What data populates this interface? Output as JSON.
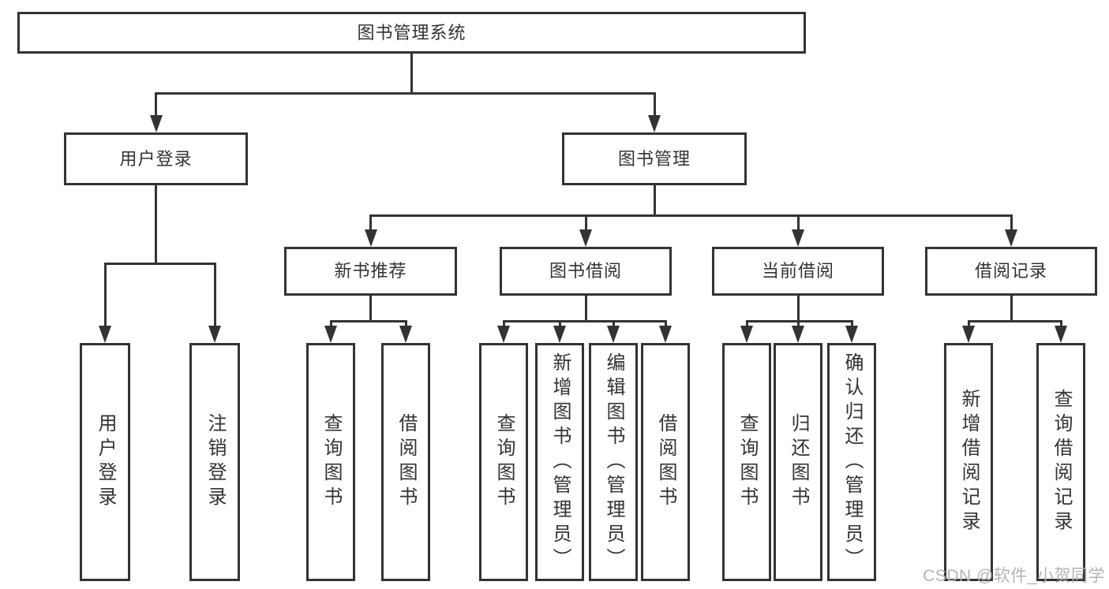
{
  "diagram": {
    "title": "图书管理系统",
    "watermark": "CSDN @软件_小贺同学",
    "colors": {
      "line": "#333333",
      "text": "#333333",
      "background": "#ffffff",
      "watermark": "#b4b4b4"
    },
    "nodes": [
      {
        "id": "root",
        "label": "图书管理系统",
        "level": 1,
        "text_direction": "horizontal"
      },
      {
        "id": "user-login",
        "label": "用户登录",
        "level": 2,
        "text_direction": "horizontal"
      },
      {
        "id": "book-mgmt",
        "label": "图书管理",
        "level": 2,
        "text_direction": "horizontal"
      },
      {
        "id": "new-book-rec",
        "label": "新书推荐",
        "level": 3,
        "text_direction": "horizontal"
      },
      {
        "id": "book-borrow",
        "label": "图书借阅",
        "level": 3,
        "text_direction": "horizontal"
      },
      {
        "id": "current-borrow",
        "label": "当前借阅",
        "level": 3,
        "text_direction": "horizontal"
      },
      {
        "id": "borrow-record",
        "label": "借阅记录",
        "level": 3,
        "text_direction": "horizontal"
      },
      {
        "id": "leaf-user-login",
        "label": "用户登录",
        "level": 4,
        "text_direction": "vertical"
      },
      {
        "id": "leaf-logout",
        "label": "注销登录",
        "level": 4,
        "text_direction": "vertical"
      },
      {
        "id": "leaf-query-book-new",
        "label": "查询图书",
        "level": 4,
        "text_direction": "vertical"
      },
      {
        "id": "leaf-borrow-book-new",
        "label": "借阅图书",
        "level": 4,
        "text_direction": "vertical"
      },
      {
        "id": "leaf-query-book-borrow",
        "label": "查询图书",
        "level": 4,
        "text_direction": "vertical"
      },
      {
        "id": "leaf-add-book",
        "label": "新增图书（管理员）",
        "level": 4,
        "text_direction": "vertical"
      },
      {
        "id": "leaf-edit-book",
        "label": "编辑图书（管理员）",
        "level": 4,
        "text_direction": "vertical"
      },
      {
        "id": "leaf-borrow-book",
        "label": "借阅图书",
        "level": 4,
        "text_direction": "vertical"
      },
      {
        "id": "leaf-query-book-current",
        "label": "查询图书",
        "level": 4,
        "text_direction": "vertical"
      },
      {
        "id": "leaf-return-book",
        "label": "归还图书",
        "level": 4,
        "text_direction": "vertical"
      },
      {
        "id": "leaf-confirm-return",
        "label": "确认归还（管理员）",
        "level": 4,
        "text_direction": "vertical"
      },
      {
        "id": "leaf-add-borrow-record",
        "label": "新增借阅记录",
        "level": 4,
        "text_direction": "vertical"
      },
      {
        "id": "leaf-query-borrow-record",
        "label": "查询借阅记录",
        "level": 4,
        "text_direction": "vertical"
      }
    ],
    "edges": [
      {
        "from": "root",
        "to": [
          "user-login",
          "book-mgmt"
        ]
      },
      {
        "from": "user-login",
        "to": [
          "leaf-user-login",
          "leaf-logout"
        ]
      },
      {
        "from": "book-mgmt",
        "to": [
          "new-book-rec",
          "book-borrow",
          "current-borrow",
          "borrow-record"
        ]
      },
      {
        "from": "new-book-rec",
        "to": [
          "leaf-query-book-new",
          "leaf-borrow-book-new"
        ]
      },
      {
        "from": "book-borrow",
        "to": [
          "leaf-query-book-borrow",
          "leaf-add-book",
          "leaf-edit-book",
          "leaf-borrow-book"
        ]
      },
      {
        "from": "current-borrow",
        "to": [
          "leaf-query-book-current",
          "leaf-return-book",
          "leaf-confirm-return"
        ]
      },
      {
        "from": "borrow-record",
        "to": [
          "leaf-add-borrow-record",
          "leaf-query-borrow-record"
        ]
      }
    ]
  }
}
